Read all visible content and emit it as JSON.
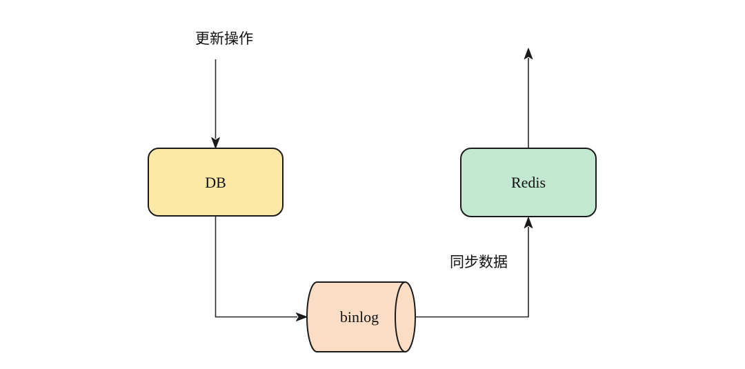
{
  "canvas": {
    "background": "#ffffff"
  },
  "diagram": {
    "stroke_color": "#1a1a1a",
    "edge_labels": {
      "update_operation": "更新操作",
      "sync_data": "同步数据"
    },
    "nodes": {
      "db": {
        "label": "DB",
        "fill": "#FCE9A6"
      },
      "binlog": {
        "label": "binlog",
        "fill": "#FBDDC5"
      },
      "redis": {
        "label": "Redis",
        "fill": "#C3E8D2"
      }
    }
  }
}
